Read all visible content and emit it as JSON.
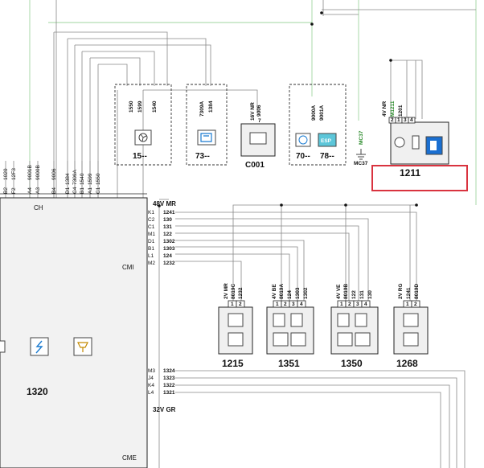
{
  "left_edge_wire_ids": [
    "1020",
    "12F3",
    "9001B",
    "9000B",
    "9006",
    "1384",
    "7309A",
    "1540",
    "1599",
    "1550"
  ],
  "left_edge_pins": [
    "B2",
    "F2",
    "A4",
    "A3",
    "B4",
    "D1",
    "C4",
    "B1",
    "A1",
    "C1"
  ],
  "module_1320": {
    "id": "1320",
    "label_top": "CH",
    "label_cmi": "CMI",
    "label_cme": "CME",
    "connector_48v": "48V MR",
    "connector_32v": "32V GR",
    "pins_upper": [
      "K1",
      "C2",
      "C1",
      "M1",
      "D1",
      "B1",
      "L1",
      "M2"
    ],
    "wires_upper": [
      "1241",
      "130",
      "131",
      "122",
      "1302",
      "1303",
      "124",
      "1232"
    ],
    "pins_lower": [
      "M3",
      "J4",
      "K4",
      "L4"
    ],
    "wires_lower": [
      "1324",
      "1323",
      "1322",
      "1321"
    ]
  },
  "top_components": [
    {
      "id": "15--",
      "wires": [
        "1550",
        "1599",
        "1540"
      ]
    },
    {
      "id": "73--",
      "wires": [
        "7309A",
        "1384"
      ]
    },
    {
      "id": "C001",
      "connector": "16V NR",
      "pin": "7",
      "wires": [
        "9006"
      ]
    },
    {
      "id": "70--",
      "id2": "78--",
      "wires": [
        "9000A",
        "9001A"
      ],
      "badge": "ESP"
    },
    {
      "id": "1211",
      "connector": "4V NR",
      "wires": [
        "MC37",
        "M1211",
        "1201"
      ],
      "pins": [
        "2",
        "1",
        "3",
        "4"
      ],
      "ground": "MC37"
    }
  ],
  "bottom_components": [
    {
      "id": "1215",
      "connector": "2V MR",
      "wires": [
        "8019C",
        "1232"
      ],
      "pins": [
        "1",
        "2"
      ]
    },
    {
      "id": "1351",
      "connector": "4V BE",
      "wires": [
        "8019A",
        "124",
        "1303",
        "1302"
      ],
      "pins": [
        "1",
        "2",
        "3",
        "4"
      ]
    },
    {
      "id": "1350",
      "connector": "4V VE",
      "wires": [
        "8019B",
        "122",
        "131",
        "130"
      ],
      "pins": [
        "1",
        "2",
        "3",
        "4"
      ]
    },
    {
      "id": "1268",
      "connector": "2V RG",
      "wires": [
        "1241",
        "8019D"
      ],
      "pins": [
        "1",
        "2"
      ]
    }
  ],
  "highlight_color": "#d9333f"
}
